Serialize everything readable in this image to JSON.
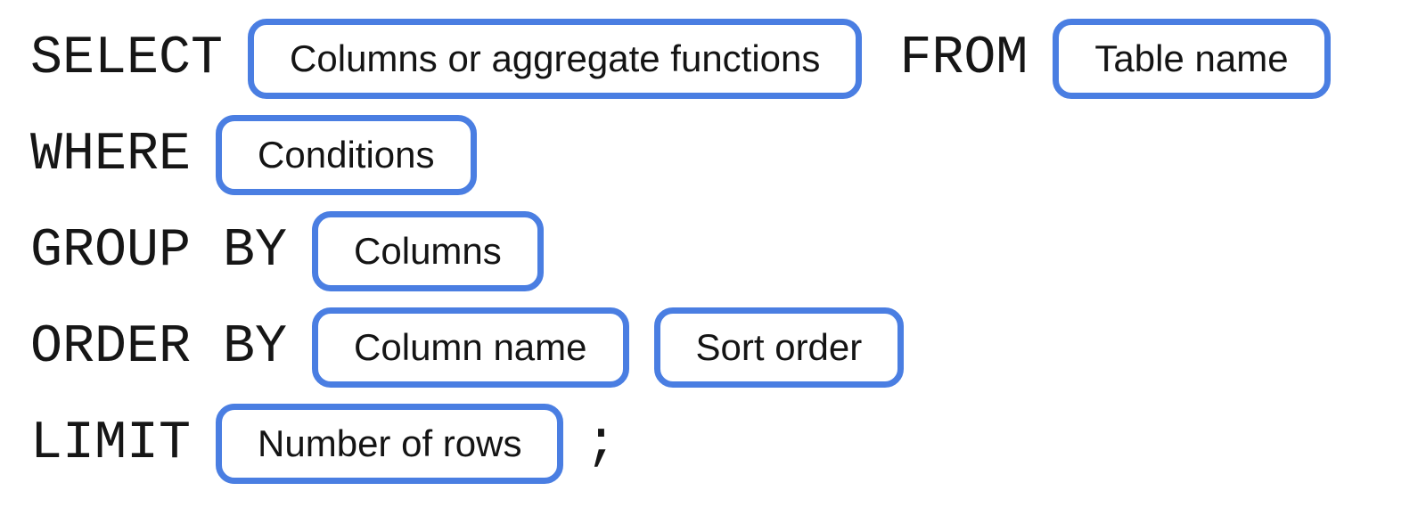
{
  "colors": {
    "accent": "#4a7ee2",
    "keyword_text": "#161616",
    "label_text": "#141414",
    "background": "#ffffff"
  },
  "rows": [
    {
      "keyword1": "SELECT",
      "box1_label": "Columns or aggregate functions",
      "keyword2": "FROM",
      "box2_label": "Table name"
    },
    {
      "keyword1": "WHERE",
      "box1_label": "Conditions"
    },
    {
      "keyword1": "GROUP BY",
      "box1_label": "Columns"
    },
    {
      "keyword1": "ORDER BY",
      "box1_label": "Column name",
      "box2_label": "Sort order"
    },
    {
      "keyword1": "LIMIT",
      "box1_label": "Number of rows",
      "punctuation": ";"
    }
  ]
}
